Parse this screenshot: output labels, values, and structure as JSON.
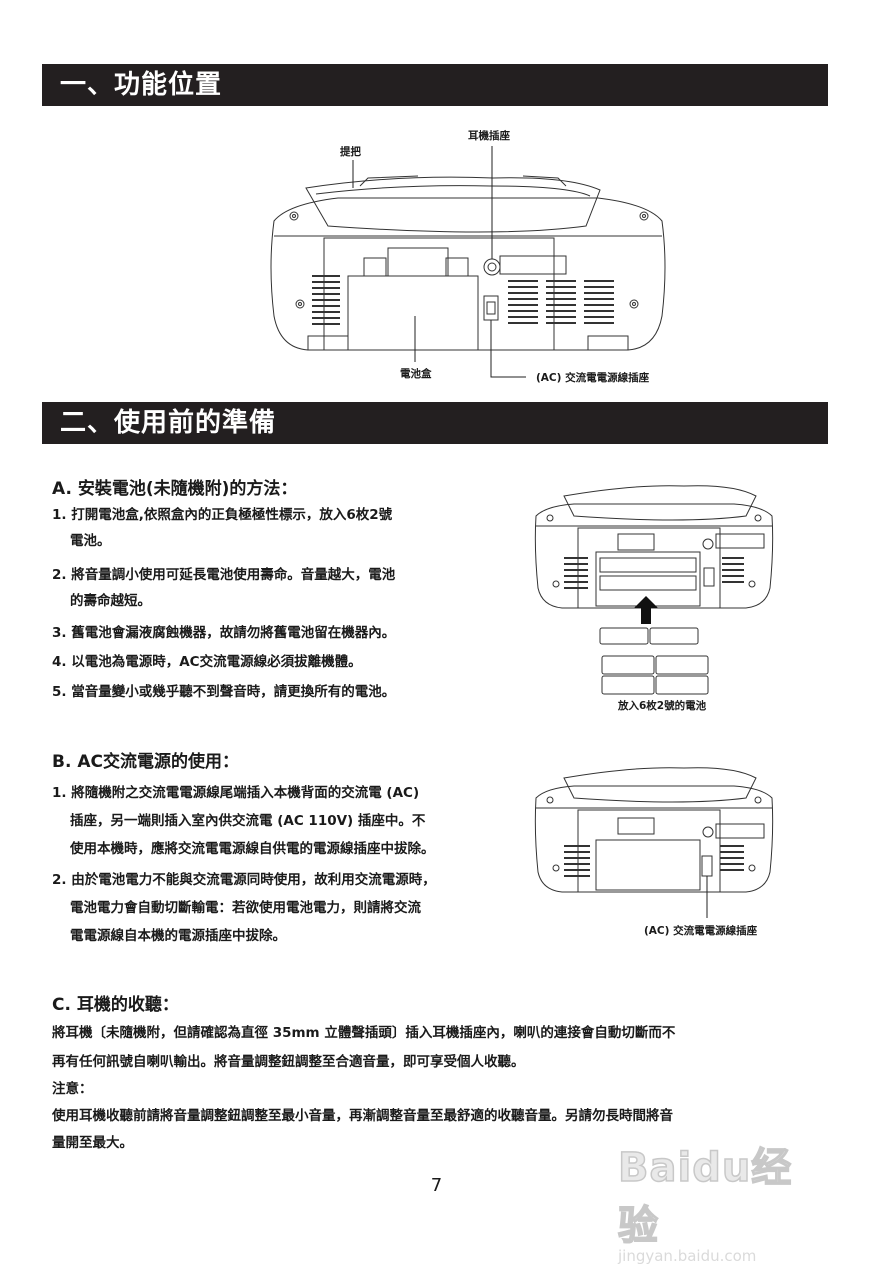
{
  "section1": {
    "title": "一、功能位置"
  },
  "fig1": {
    "labels": {
      "headphone_jack": "耳機插座",
      "handle": "提把",
      "battery_box": "電池盒",
      "ac_socket": "(AC) 交流電電源線插座"
    }
  },
  "section2": {
    "title": "二、使用前的準備"
  },
  "partA": {
    "heading": "A. 安裝電池(未隨機附)的方法：",
    "items": [
      [
        "1. 打開電池盒,依照盒內的正負極極性標示，放入6枚2號",
        "電池。"
      ],
      [
        "2. 將音量調小使用可延長電池使用壽命。音量越大，電池",
        "的壽命越短。"
      ],
      [
        "3. 舊電池會漏液腐蝕機器，故請勿將舊電池留在機器內。"
      ],
      [
        "4. 以電池為電源時，AC交流電源線必須拔離機體。"
      ],
      [
        "5. 當音量變小或幾乎聽不到聲音時，請更換所有的電池。"
      ]
    ],
    "figure_caption": "放入6枚2號的電池"
  },
  "partB": {
    "heading": "B. AC交流電源的使用：",
    "items": [
      [
        "1. 將隨機附之交流電電源線尾端插入本機背面的交流電 (AC)",
        "插座，另一端則插入室內供交流電 (AC 110V) 插座中。不",
        "使用本機時，應將交流電電源線自供電的電源線插座中拔除。"
      ],
      [
        "2. 由於電池電力不能與交流電源同時使用，故利用交流電源時，",
        "電池電力會自動切斷輸電：若欲使用電池電力，則請將交流",
        "電電源線自本機的電源插座中拔除。"
      ]
    ],
    "figure_caption": "(AC) 交流電電源線插座"
  },
  "partC": {
    "heading": "C. 耳機的收聽：",
    "para1_line1": "將耳機〔未隨機附，但請確認為直徑 35mm 立體聲插頭〕插入耳機插座內，喇叭的連接會自動切斷而不",
    "para1_line2": "再有任何訊號自喇叭輸出。將音量調整鈕調整至合適音量，即可享受個人收聽。",
    "note_label": "注意：",
    "note_line1": "使用耳機收聽前請將音量調整鈕調整至最小音量，再漸調整音量至最舒適的收聽音量。另請勿長時間將音",
    "note_line2": "量開至最大。"
  },
  "page_number": "7",
  "watermark": {
    "brand": "Baidu经验",
    "url": "jingyan.baidu.com"
  }
}
